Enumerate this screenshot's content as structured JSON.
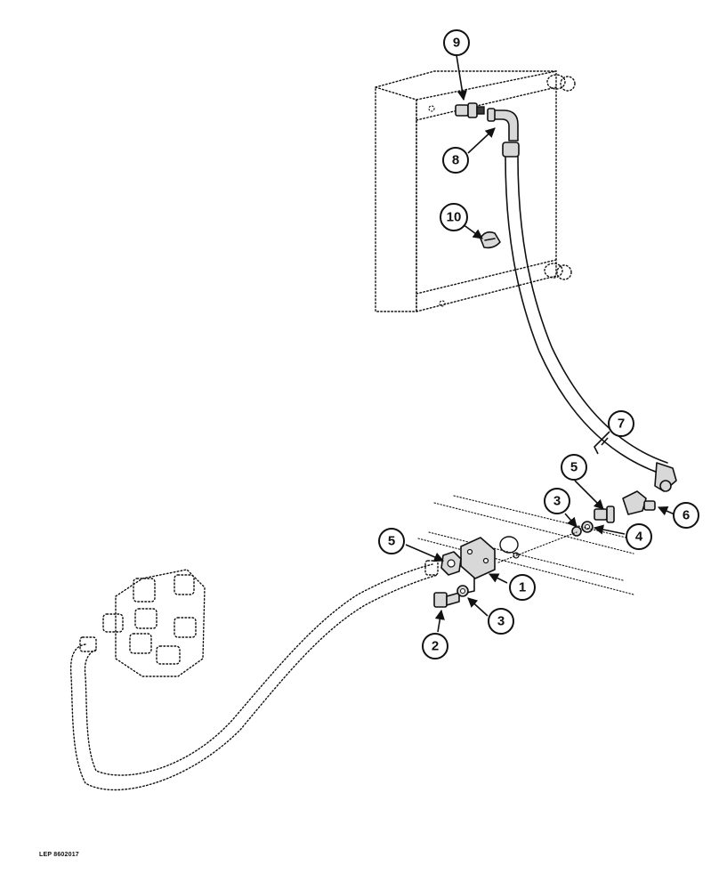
{
  "callouts": {
    "c1": "1",
    "c2": "2",
    "c3a": "3",
    "c3b": "3",
    "c4": "4",
    "c5a": "5",
    "c5b": "5",
    "c6": "6",
    "c7": "7",
    "c8": "8",
    "c9": "9",
    "c10": "10"
  },
  "reference_code": "LEP 8602017"
}
